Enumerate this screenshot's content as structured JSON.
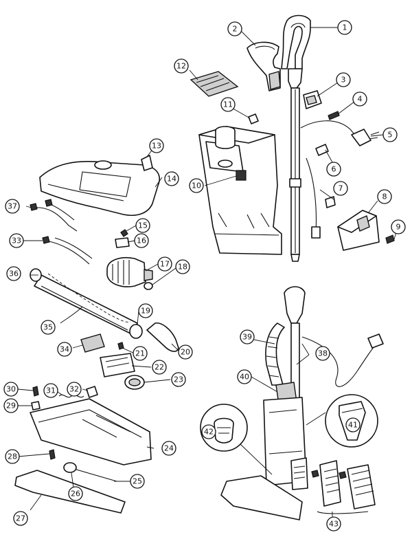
{
  "callouts": [
    {
      "id": "c1",
      "text": "1"
    },
    {
      "id": "c2",
      "text": "2"
    },
    {
      "id": "c3",
      "text": "3"
    },
    {
      "id": "c4",
      "text": "4"
    },
    {
      "id": "c5",
      "text": "5"
    },
    {
      "id": "c6",
      "text": "6"
    },
    {
      "id": "c7",
      "text": "7"
    },
    {
      "id": "c8",
      "text": "8"
    },
    {
      "id": "c9",
      "text": "9"
    },
    {
      "id": "c10",
      "text": "10"
    },
    {
      "id": "c11",
      "text": "11"
    },
    {
      "id": "c12",
      "text": "12"
    },
    {
      "id": "c13",
      "text": "13"
    },
    {
      "id": "c14",
      "text": "14"
    },
    {
      "id": "c15",
      "text": "15"
    },
    {
      "id": "c16",
      "text": "16"
    },
    {
      "id": "c17",
      "text": "17"
    },
    {
      "id": "c18",
      "text": "18"
    },
    {
      "id": "c19",
      "text": "19"
    },
    {
      "id": "c20",
      "text": "20"
    },
    {
      "id": "c21",
      "text": "21"
    },
    {
      "id": "c22",
      "text": "22"
    },
    {
      "id": "c23",
      "text": "23"
    },
    {
      "id": "c24",
      "text": "24"
    },
    {
      "id": "c25",
      "text": "25"
    },
    {
      "id": "c26",
      "text": "26"
    },
    {
      "id": "c27",
      "text": "27"
    },
    {
      "id": "c28",
      "text": "28"
    },
    {
      "id": "c29",
      "text": "29"
    },
    {
      "id": "c30",
      "text": "30"
    },
    {
      "id": "c31",
      "text": "31"
    },
    {
      "id": "c32",
      "text": "32"
    },
    {
      "id": "c33",
      "text": "33"
    },
    {
      "id": "c34",
      "text": "34"
    },
    {
      "id": "c35",
      "text": "35"
    },
    {
      "id": "c36",
      "text": "36"
    },
    {
      "id": "c37",
      "text": "37"
    },
    {
      "id": "c38",
      "text": "38"
    },
    {
      "id": "c39",
      "text": "39"
    },
    {
      "id": "c40",
      "text": "40"
    },
    {
      "id": "c41",
      "text": "41"
    },
    {
      "id": "c42",
      "text": "42"
    },
    {
      "id": "c43",
      "text": "43"
    }
  ]
}
